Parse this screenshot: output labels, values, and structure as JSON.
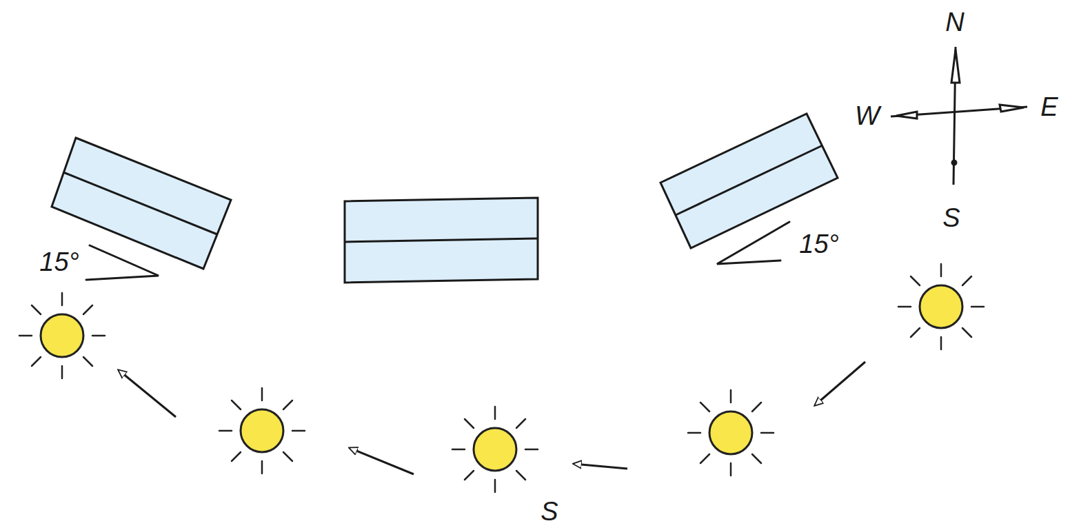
{
  "diagram": {
    "labels": [
      "N",
      "W",
      "E",
      "S",
      "15°",
      "15°",
      "S"
    ]
  }
}
